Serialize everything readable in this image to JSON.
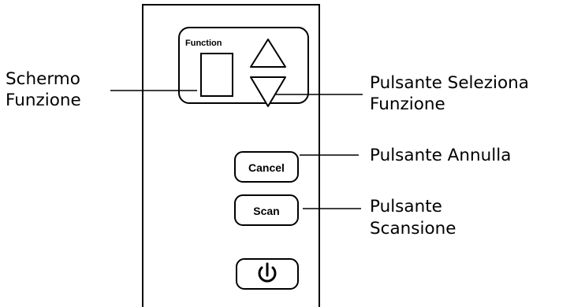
{
  "panel": {
    "function_label": "Function",
    "cancel_label": "Cancel",
    "scan_label": "Scan"
  },
  "callouts": {
    "schermo_line1": "Schermo",
    "schermo_line2": "Funzione",
    "seleziona_line1": "Pulsante Seleziona",
    "seleziona_line2": "Funzione",
    "annulla": "Pulsante Annulla",
    "scansione_line1": "Pulsante",
    "scansione_line2": "Scansione"
  }
}
